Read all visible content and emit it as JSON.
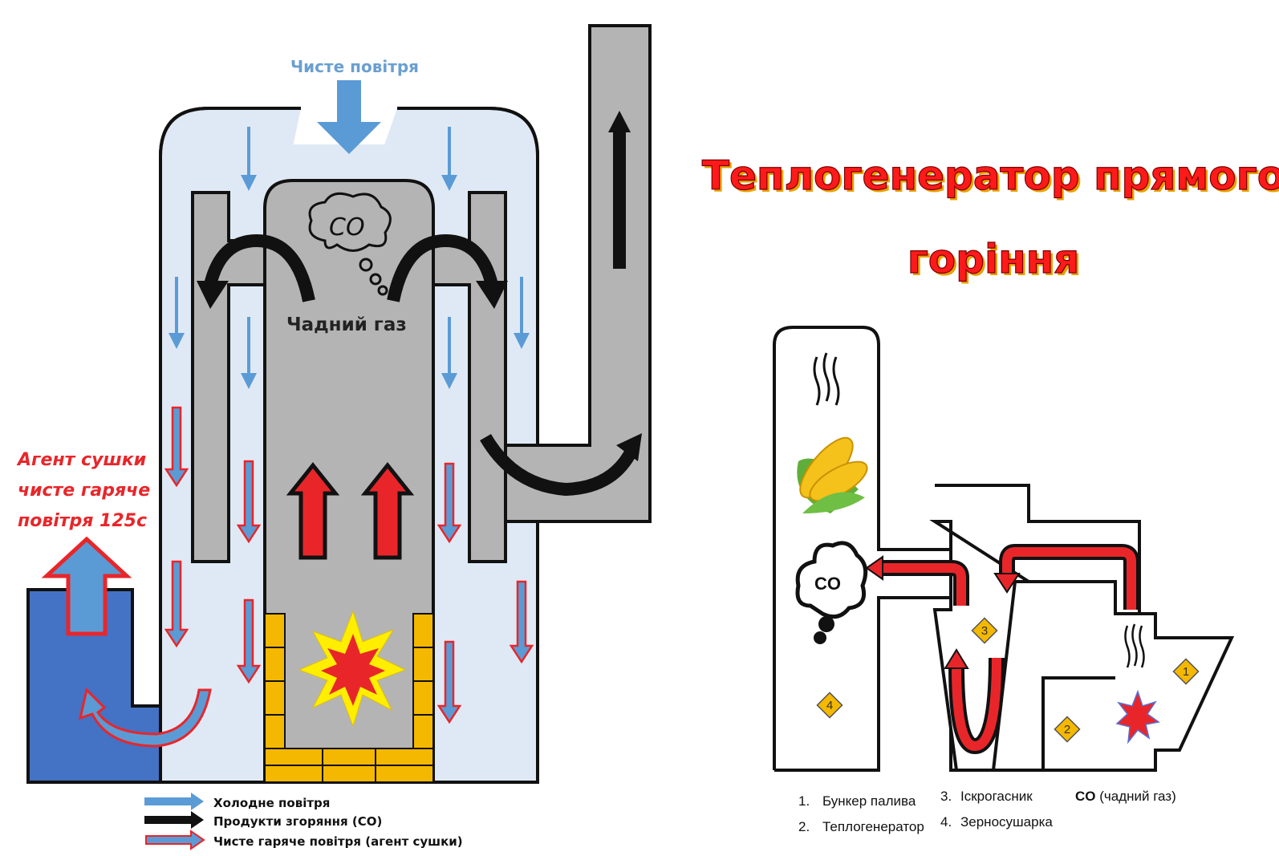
{
  "left_diagram": {
    "clean_air_label": "Чисте повітря",
    "co_bubble": "CO",
    "carbon_monoxide_label": "Чадний газ",
    "dryer_agent_label": [
      "Агент сушки",
      "чисте гаряче",
      "повітря 125с"
    ],
    "legend": [
      {
        "label": "Холодне повітря",
        "icon": "blue-arrow-icon"
      },
      {
        "label": "Продукти згоряння (CO)",
        "icon": "black-arrow-icon"
      },
      {
        "label": "Чисте гаряче повітря (агент сушки)",
        "icon": "red-outline-arrow-icon"
      }
    ],
    "colors": {
      "cold_air": "#5b9bd5",
      "combustion": "#111111",
      "hot_air": "#e8262a",
      "housing": "#dfe9f5",
      "chamber": "#b4b4b4",
      "bricks": "#f5b800",
      "dryer_block": "#4472c4"
    }
  },
  "right_diagram": {
    "title_line1": "Теплогенератор прямого",
    "title_line2": "горіння",
    "co_cloud": "CO",
    "markers": [
      "1",
      "2",
      "3",
      "4"
    ],
    "legend": [
      {
        "num": "1.",
        "label": "Бункер палива"
      },
      {
        "num": "2.",
        "label": "Теплогенератор"
      },
      {
        "num": "3.",
        "label": "Іскрогасник"
      },
      {
        "num": "4.",
        "label": "Зерносушарка"
      }
    ],
    "co_legend_bold": "CO",
    "co_legend_rest": " (чадний газ)"
  }
}
